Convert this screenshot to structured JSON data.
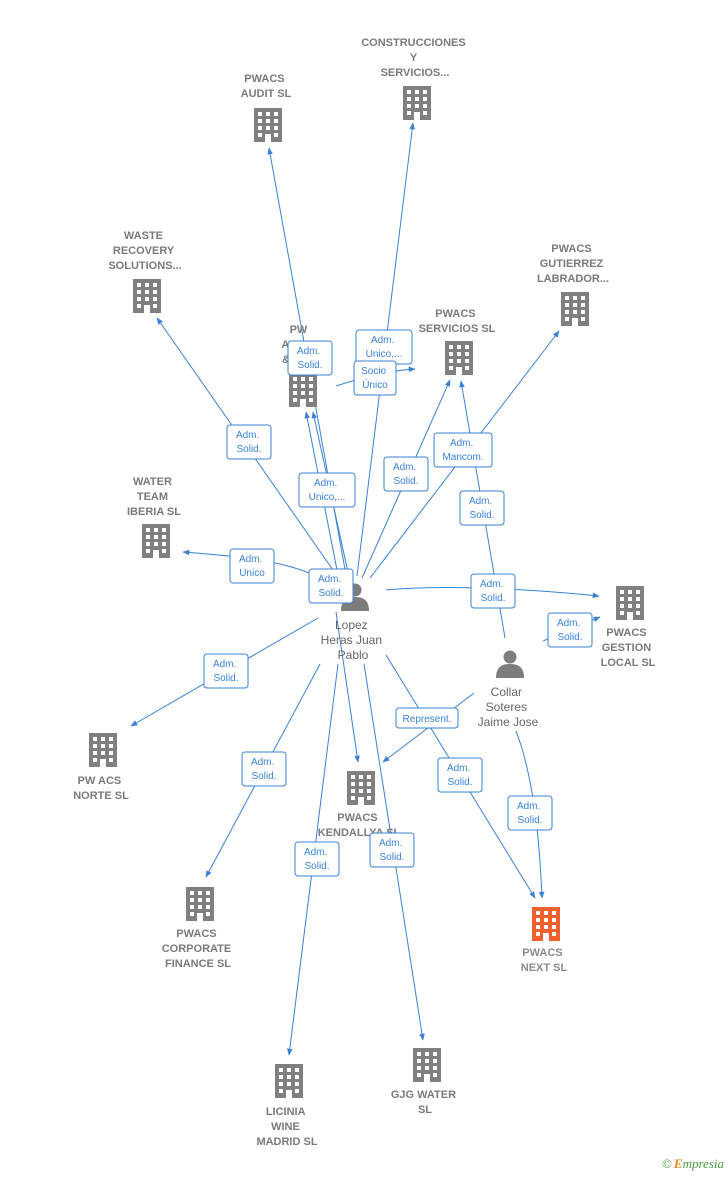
{
  "colors": {
    "edge": "#3a82d6",
    "company": "#808080",
    "highlight": "#f0612d",
    "person": "#7d7d7d",
    "label": "#7a7a7a"
  },
  "nodes": {
    "pwacs_audit": [
      "PWACS",
      "AUDIT  SL"
    ],
    "construcciones": [
      "CONSTRUCCIONES",
      "Y",
      "SERVICIOS..."
    ],
    "waste_recovery": [
      "WASTE",
      "RECOVERY",
      "SOLUTIONS..."
    ],
    "pwacs_gutierrez": [
      "PWACS",
      "GUTIERREZ",
      "LABRADOR..."
    ],
    "pw_adm": [
      "PW",
      "ADM...",
      "& CA..."
    ],
    "pwacs_servicios": [
      "PWACS",
      "SERVICIOS  SL"
    ],
    "water_team": [
      "WATER",
      "TEAM",
      "IBERIA  SL"
    ],
    "pwacs_gestion": [
      "PWACS",
      "GESTION",
      "LOCAL  SL"
    ],
    "pw_acs_norte": [
      "PW ACS",
      "NORTE  SL"
    ],
    "pwacs_kendallya": [
      "PWACS",
      "KENDALLYA  SL"
    ],
    "pwacs_corporate": [
      "PWACS",
      "CORPORATE",
      "FINANCE  SL"
    ],
    "pwacs_next": [
      "PWACS",
      "NEXT  SL"
    ],
    "licinia": [
      "LICINIA",
      "WINE",
      "MADRID  SL"
    ],
    "gjg_water": [
      "GJG WATER",
      "SL"
    ]
  },
  "persons": {
    "lopez": [
      "Lopez",
      "Heras Juan",
      "Pablo"
    ],
    "collar": [
      "Collar",
      "Soteres",
      "Jaime Jose"
    ]
  },
  "edges": {
    "audit": [
      "Adm.",
      "Solid."
    ],
    "construcciones": [
      "Adm.",
      "Unico,..."
    ],
    "waste": [
      "Adm.",
      "Solid."
    ],
    "pw_adm_socio": [
      "Socio",
      "Único"
    ],
    "pw_adm_unico": [
      "Adm.",
      "Unico,..."
    ],
    "servicios": [
      "Adm.",
      "Solid."
    ],
    "gutierrez": [
      "Adm.",
      "Mancom."
    ],
    "collar_servicios": [
      "Adm.",
      "Solid."
    ],
    "water_team": [
      "Adm.",
      "Unico"
    ],
    "center": [
      "Adm.",
      "Solid."
    ],
    "gestion": [
      "Adm.",
      "Solid."
    ],
    "collar_gestion": [
      "Adm.",
      "Solid."
    ],
    "norte": [
      "Adm.",
      "Solid."
    ],
    "represent": [
      "Represent."
    ],
    "corporate": [
      "Adm.",
      "Solid."
    ],
    "next_lopez": [
      "Adm.",
      "Solid."
    ],
    "next_collar": [
      "Adm.",
      "Solid."
    ],
    "licinia": [
      "Adm.",
      "Solid."
    ],
    "gjg": [
      "Adm.",
      "Solid."
    ]
  },
  "footer": {
    "copyright": "©",
    "brand_initial": "E",
    "brand_rest": "mpresia"
  }
}
